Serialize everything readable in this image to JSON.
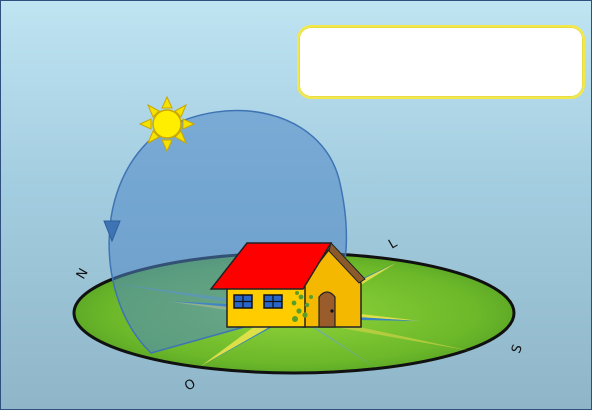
{
  "callout": {
    "text": ""
  },
  "compass": {
    "north": "N",
    "east": "L",
    "south": "S",
    "west": "O"
  }
}
